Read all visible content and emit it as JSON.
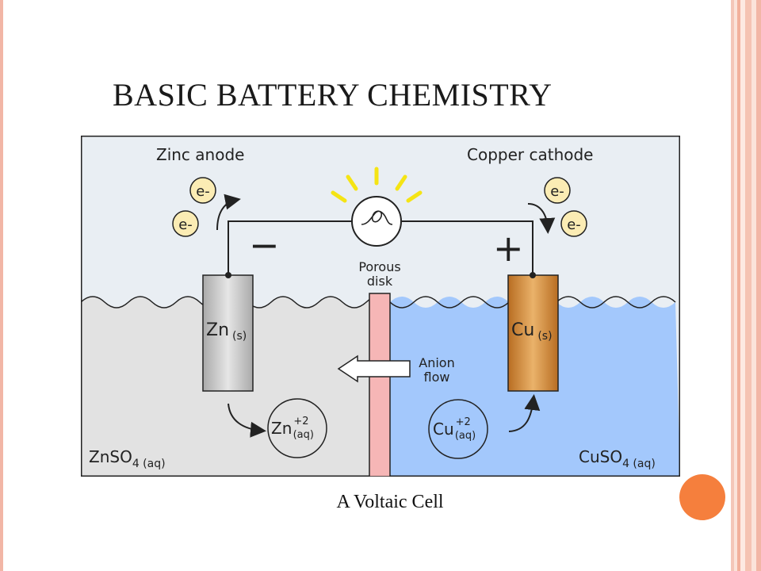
{
  "slide": {
    "title": "BASIC BATTERY CHEMISTRY",
    "caption": "A Voltaic Cell"
  },
  "diagram": {
    "zinc_anode_label": "Zinc anode",
    "copper_cathode_label": "Copper cathode",
    "electron_label": "e-",
    "minus_sign": "−",
    "plus_sign": "+",
    "porous_disk_line1": "Porous",
    "porous_disk_line2": "disk",
    "zn_electrode": "Zn",
    "zn_electrode_sub": "(s)",
    "cu_electrode": "Cu",
    "cu_electrode_sub": "(s)",
    "anion_flow_line1": "Anion",
    "anion_flow_line2": "flow",
    "zn_ion": "Zn",
    "zn_ion_sup": "+2",
    "zn_ion_sub": "(aq)",
    "cu_ion": "Cu",
    "cu_ion_sup": "+2",
    "cu_ion_sub": "(aq)",
    "znso4": "ZnSO",
    "znso4_sub": "4 (aq)",
    "cuso4": "CuSO",
    "cuso4_sub": "4 (aq)"
  },
  "colors": {
    "zinc_solution": "#e2e2e2",
    "copper_solution": "#a3c8fc",
    "zinc_electrode": "#c8c8c8",
    "copper_electrode": "#d8923a",
    "porous_disk": "#f6b6b6",
    "electron_fill": "#fbecb4",
    "bulb_rays": "#f5e414",
    "slide_accent": "#f57f3d"
  }
}
